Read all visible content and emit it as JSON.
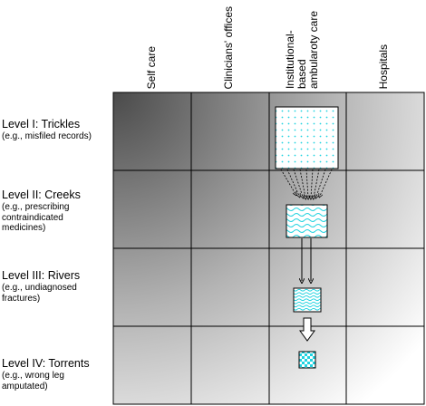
{
  "columns": [
    {
      "label": "Self care"
    },
    {
      "label": "Clinicians' offices"
    },
    {
      "label": "Institutional-\nbased\nambularoty care"
    },
    {
      "label": "Hospitals"
    }
  ],
  "rows": [
    {
      "title": "Level I: Trickles",
      "example": "(e.g., misfiled records)"
    },
    {
      "title": "Level II: Creeks",
      "example": "(e.g., prescribing\ncontraindicated\nmedicines)"
    },
    {
      "title": "Level III: Rivers",
      "example": "(e.g., undiagnosed\nfractures)"
    },
    {
      "title": "Level IV: Torrents",
      "example": "(e.g., wrong leg\namputated)"
    }
  ],
  "colors": {
    "grid_dark": "#4a4a4a",
    "grid_light": "#ffffff",
    "pattern": "#1fd3e0",
    "border": "#000000"
  },
  "icons": [
    "dotted-square-icon",
    "wave-square-icon",
    "dense-wave-square-icon",
    "checker-square-icon",
    "arrow-icon"
  ]
}
